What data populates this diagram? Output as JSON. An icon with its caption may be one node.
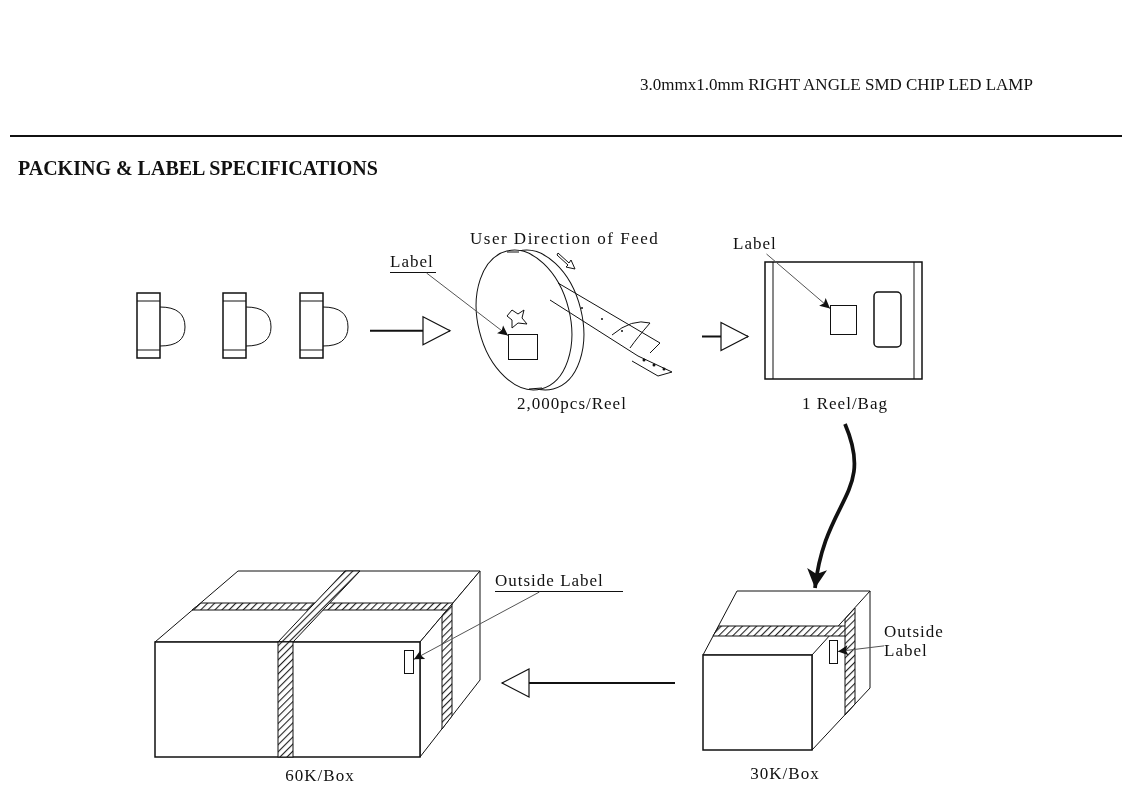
{
  "diagram": {
    "title": "PACKING & LABEL SPECIFICATIONS",
    "nodes": [
      {
        "text": [],
        "shape": "picture"
      },
      {
        "text": [],
        "shape": "picture",
        "beside": [
          "2,000pcs/Reel"
        ]
      },
      {
        "text": [],
        "shape": "picture",
        "beside": [
          "1 Reel/Bag"
        ]
      },
      {
        "text": [],
        "shape": "picture",
        "beside": [
          "30K/Box"
        ]
      },
      {
        "text": [],
        "shape": "picture",
        "beside": [
          "60K/Box"
        ]
      },
      {
        "text": [
          "Label"
        ]
      },
      {
        "text": [],
        "shape": "box",
        "in": 1
      },
      {
        "text": [
          "Label"
        ]
      },
      {
        "text": [],
        "shape": "box",
        "in": 2
      },
      {
        "text": [
          "Outside Label"
        ]
      },
      {
        "text": [],
        "shape": "box",
        "in": 3
      },
      {
        "text": [
          "Outside Label"
        ]
      },
      {
        "text": [],
        "shape": "box",
        "in": 4
      }
    ],
    "edges": [
      {
        "from": 0,
        "to": 1,
        "arrow": "to"
      },
      {
        "from": 1,
        "to": 2,
        "arrow": "to"
      },
      {
        "from": 2,
        "to": 3,
        "arrow": "to",
        "style": "thick"
      },
      {
        "from": 3,
        "to": 4,
        "arrow": "to"
      },
      {
        "from": 5,
        "to": 6,
        "arrow": "to"
      },
      {
        "from": 7,
        "to": 8,
        "arrow": "to"
      },
      {
        "from": 9,
        "to": 10,
        "arrow": "to"
      },
      {
        "from": 11,
        "to": 12,
        "arrow": "to"
      }
    ],
    "labels": [
      "3.0mmx1.0mm RIGHT ANGLE SMD CHIP LED LAMP",
      "User Direction of Feed"
    ]
  }
}
